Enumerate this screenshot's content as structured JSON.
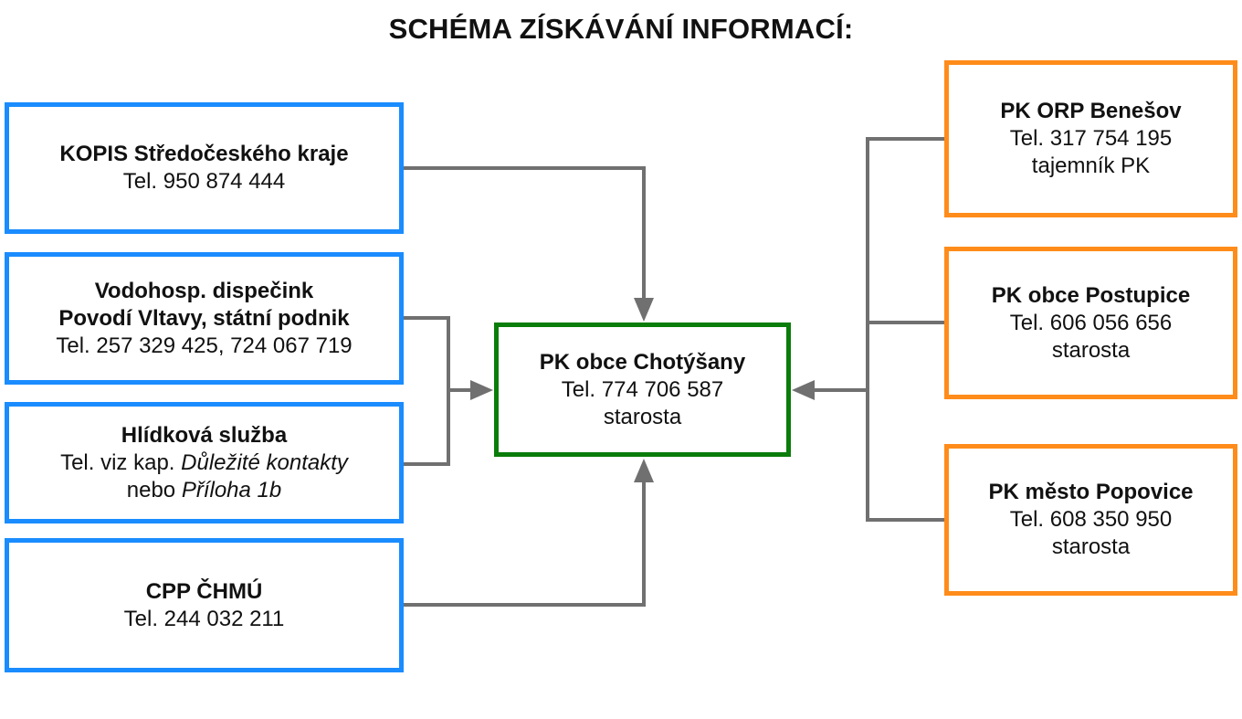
{
  "title": "SCHÉMA ZÍSKÁVÁNÍ INFORMACÍ:",
  "colors": {
    "source_border": "#1a8cff",
    "center_border": "#0a7d0a",
    "partner_border": "#ff8c1a",
    "connector": "#707070"
  },
  "sources": {
    "kopis": {
      "name": "KOPIS Středočeského kraje",
      "tel": "Tel. 950 874 444"
    },
    "vodohosp": {
      "name_line1": "Vodohosp. dispečink",
      "name_line2": "Povodí Vltavy, státní podnik",
      "tel": "Tel. 257 329 425, 724 067 719"
    },
    "hlidkova": {
      "name": "Hlídková služba",
      "tel_prefix": "Tel. viz kap.",
      "tel_link": "Důležité kontakty",
      "alt_prefix": "nebo",
      "alt_link": "Příloha 1b"
    },
    "cpp": {
      "name": "CPP ČHMÚ",
      "tel": "Tel. 244 032 211"
    }
  },
  "center": {
    "name": "PK obce Chotýšany",
    "tel": "Tel. 774 706 587",
    "role": "starosta"
  },
  "partners": {
    "benesov": {
      "name": "PK ORP Benešov",
      "tel": "Tel. 317 754 195",
      "role": "tajemník PK"
    },
    "postupice": {
      "name": "PK obce Postupice",
      "tel": "Tel. 606 056 656",
      "role": "starosta"
    },
    "popovice": {
      "name": "PK město Popovice",
      "tel": "Tel. 608 350 950",
      "role": "starosta"
    }
  }
}
